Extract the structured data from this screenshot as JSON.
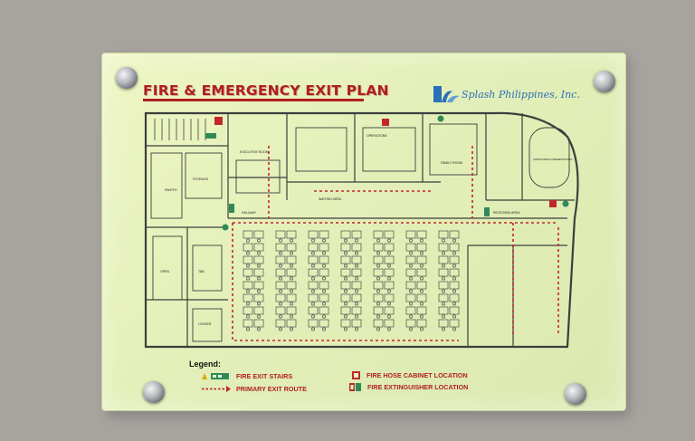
{
  "sign": {
    "title": "FIRE & EMERGENCY EXIT PLAN",
    "company": "Splash Philippines, Inc."
  },
  "floor_plan": {
    "room_labels": [
      "EXECUTIVE ROOM",
      "OPERATIONS",
      "PANTRY",
      "STORAGE",
      "RECEIVING AREA",
      "HALLWAY",
      "WAITING AREA",
      "FAMILY ROOM",
      "AUDIO/VIDEO PRESENTATION",
      "OPEN",
      "LOCKER",
      "TAB"
    ]
  },
  "legend": {
    "title": "Legend:",
    "items": [
      {
        "label": "FIRE EXIT STAIRS",
        "icon": "fire-exit-stairs-icon"
      },
      {
        "label": "PRIMARY EXIT ROUTE",
        "icon": "primary-exit-route-icon"
      },
      {
        "label": "FIRE HOSE CABINET LOCATION",
        "icon": "fire-hose-cabinet-icon"
      },
      {
        "label": "FIRE EXTINGUISHER LOCATION",
        "icon": "fire-extinguisher-icon"
      }
    ]
  },
  "colors": {
    "background": "#a7a39f",
    "sign": "#e3efb8",
    "title": "#b01e23",
    "logo": "#2a6fb8",
    "walls": "#3a3f3c",
    "exit_route": "#c0282d",
    "exit_icon": "#2e8b57"
  }
}
